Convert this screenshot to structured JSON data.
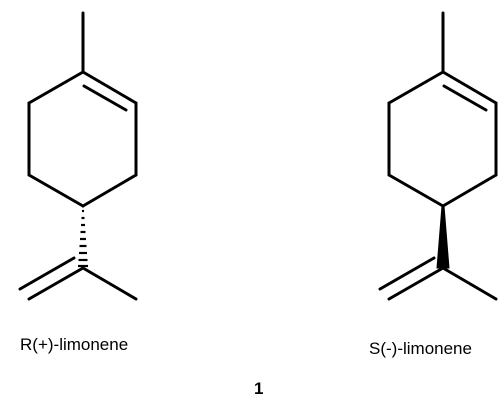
{
  "molecules": [
    {
      "name": "R(+)-limonene",
      "stereo_bond": "hashed-wedge"
    },
    {
      "name": "S(-)-limonene",
      "stereo_bond": "solid-wedge"
    }
  ],
  "compound_number": "1",
  "colors": {
    "ink": "#000000",
    "background": "#ffffff"
  }
}
